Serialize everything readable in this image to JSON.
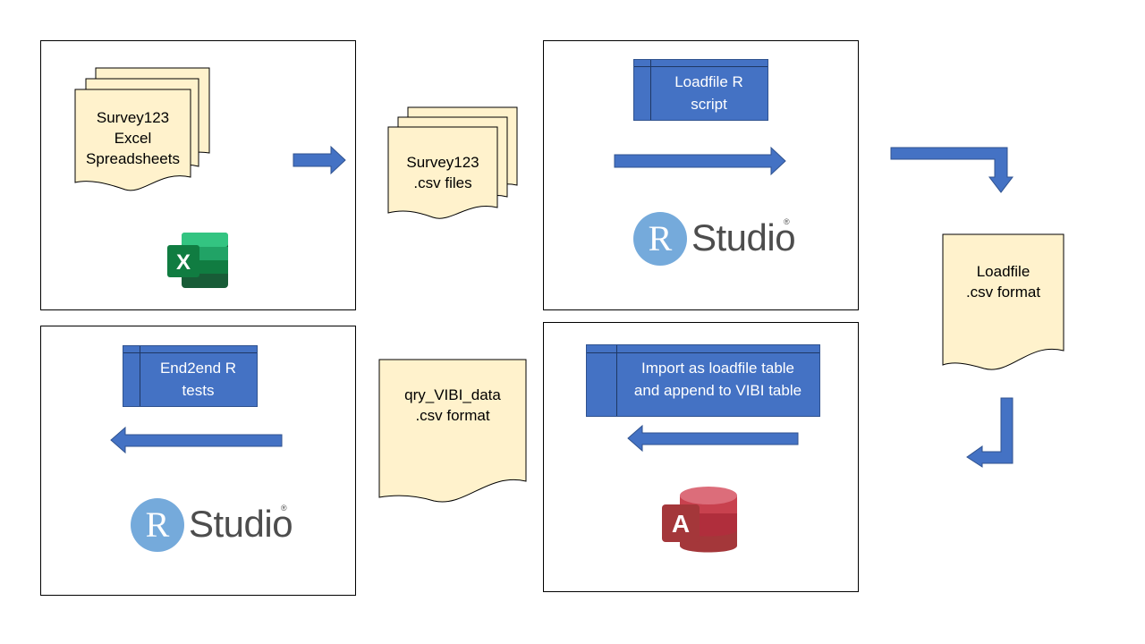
{
  "diagram": {
    "documents": {
      "survey_excel": "Survey123\nExcel\nSpreadsheets",
      "survey_csv": "Survey123\n.csv files",
      "loadfile_csv": "Loadfile\n.csv format",
      "qry_csv": "qry_VIBI_data\n.csv format"
    },
    "processes": {
      "loadfile_script": "Loadfile R\nscript",
      "import_append": "Import as loadfile table\nand append to VIBI table",
      "end2end_tests": "End2end R\ntests"
    },
    "logos": {
      "rstudio_r": "R",
      "rstudio_word": "Studio",
      "rstudio_reg": "®",
      "excel_letter": "X",
      "access_letter": "A"
    },
    "colors": {
      "arrow": "#4472c4",
      "document_fill": "#fff2cc",
      "process_fill": "#4472c4",
      "rstudio_blue": "#75aadb"
    },
    "icons": [
      "excel-icon",
      "access-icon",
      "rstudio-logo",
      "arrow-right",
      "arrow-left",
      "arrow-bent-down",
      "arrow-bent-left"
    ]
  }
}
